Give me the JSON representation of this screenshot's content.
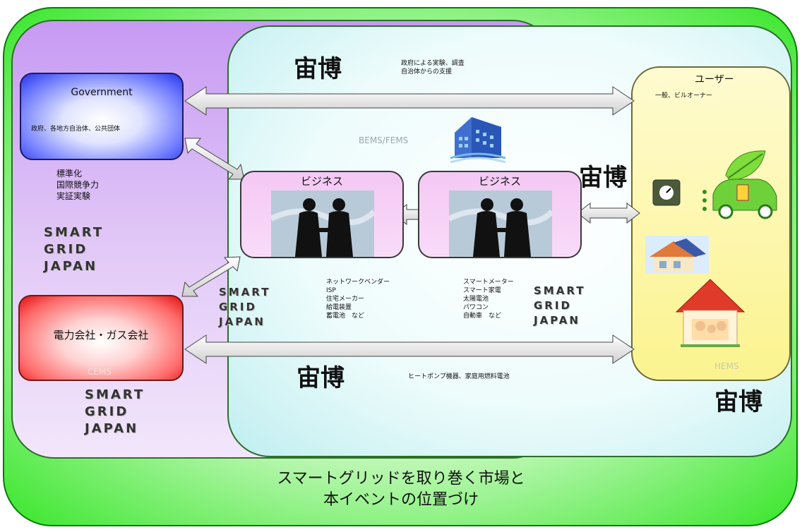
{
  "title": [
    "スマートグリッドを取り巻く市場と",
    "本イベントの位置づけ"
  ],
  "government": {
    "label": "Government",
    "sub": "政府、各地方自治体、公共団体"
  },
  "government_side": [
    "標準化",
    "国際競争力",
    "実証実験"
  ],
  "top_note": [
    "政府による実験、調査",
    "自治体からの支援"
  ],
  "bems_label": "BEMS/FEMS",
  "business_left": {
    "label": "ビジネス"
  },
  "business_right": {
    "label": "ビジネス"
  },
  "vendor_list_left": [
    "ネットワークベンダー",
    "ISP",
    "住宅メーカー",
    "給電装置",
    "蓄電池　など"
  ],
  "vendor_list_right": [
    "スマートメーター",
    "スマート家電",
    "太陽電池",
    "パワコン",
    "自動車　など"
  ],
  "electric": {
    "label": "電力会社・ガス会社"
  },
  "cems_label": "CEMS",
  "bottom_note": "ヒートポンプ機器、家庭用燃料電池",
  "user": {
    "label": "ユーザー",
    "sub": "一般、ビルオーナー"
  },
  "hems_label": "HEMS",
  "logo_kanji": "宙博",
  "smart_grid_logo": [
    "SMART",
    "GRID",
    "JAPAN"
  ],
  "colors": {
    "outer": "#38e62a",
    "purple": "#c79af3",
    "cyan": "#bfeef0",
    "user": "#fbf38e",
    "gov": "#2636e8",
    "electric": "#e01010",
    "business": "#f4c8f4"
  }
}
